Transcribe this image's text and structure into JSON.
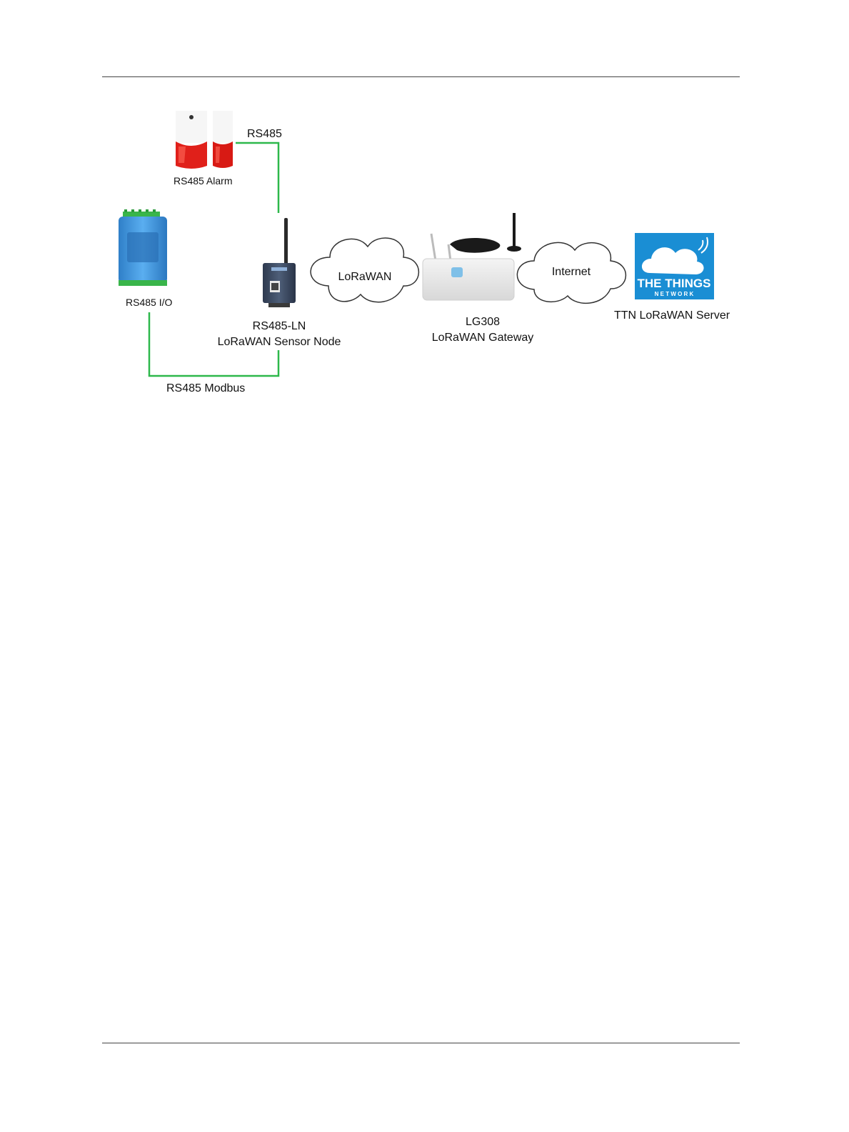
{
  "labels": {
    "rs485_link": "RS485",
    "rs485_alarm": "RS485 Alarm",
    "rs485_io": "RS485 I/O",
    "sensor_node_line1": "RS485-LN",
    "sensor_node_line2": "LoRaWAN Sensor Node",
    "lorawan_cloud": "LoRaWAN",
    "gateway_line1": "LG308",
    "gateway_line2": "LoRaWAN Gateway",
    "internet_cloud": "Internet",
    "ttn_server": "TTN LoRaWAN Server",
    "modbus_link": "RS485 Modbus"
  },
  "logo": {
    "line1": "THE THINGS",
    "line2": "N E T W O R K"
  },
  "colors": {
    "link_line": "#2db84b",
    "alarm_red": "#e0201a",
    "io_blue": "#3a90d8",
    "ttn_blue": "#1a8ed4",
    "rule": "#444444"
  }
}
